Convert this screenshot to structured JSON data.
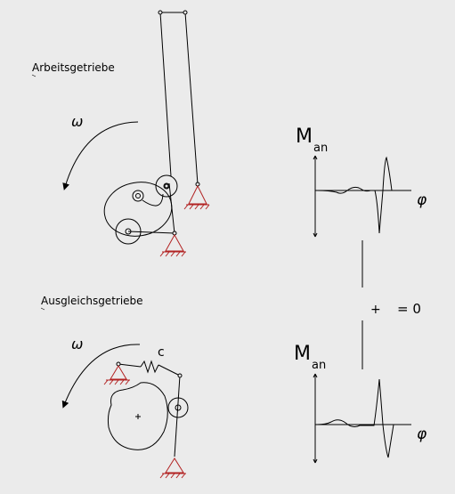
{
  "labels": {
    "top_mechanism": "Arbeitsgetriebe",
    "bottom_mechanism": "Ausgleichsgetriebe",
    "omega": "ω",
    "spring": "c",
    "moment_M": "M",
    "moment_sub": "an",
    "phi": "φ",
    "plus": "+",
    "equals_zero": "= 0"
  },
  "colors": {
    "background": "#ebebeb",
    "line": "#000000",
    "ground": "#b22222"
  }
}
